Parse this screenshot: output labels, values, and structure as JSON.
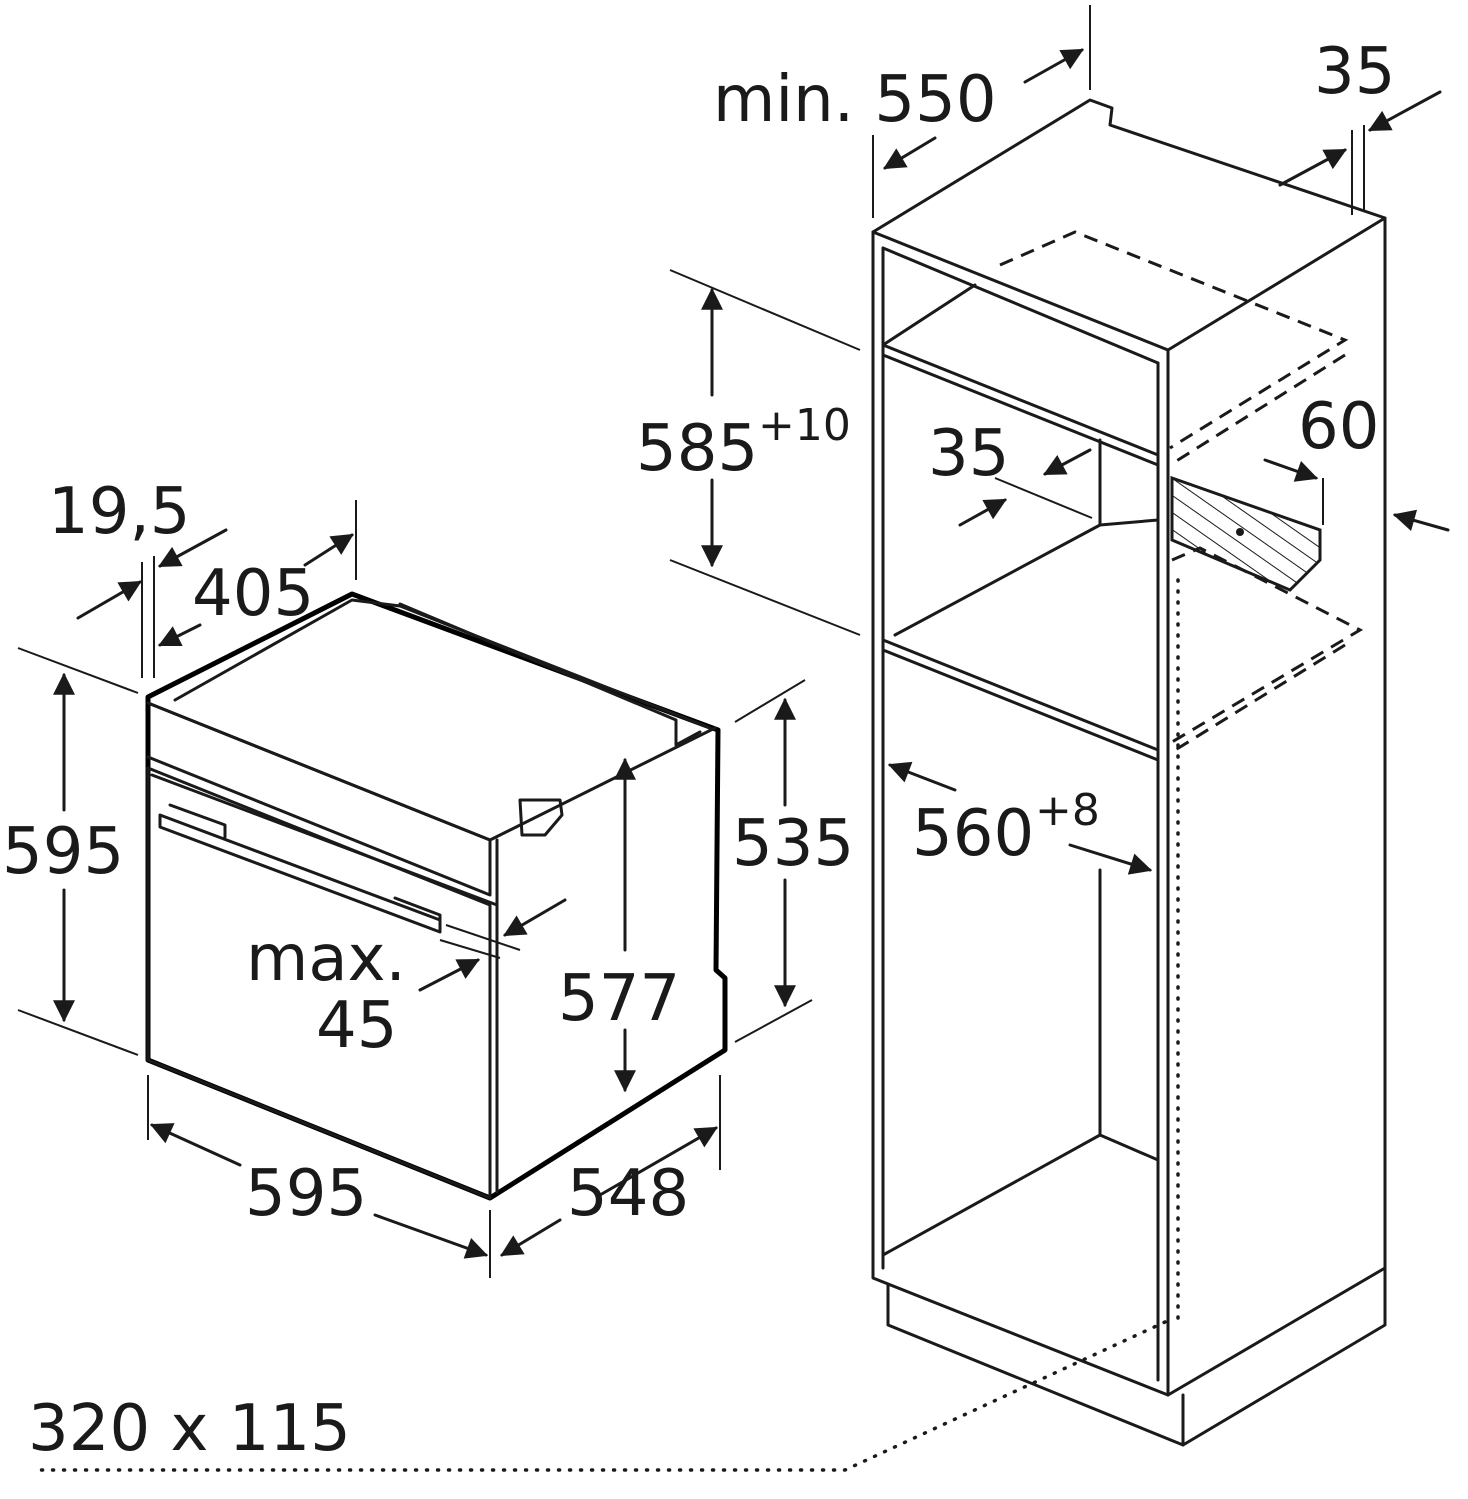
{
  "oven": {
    "dims": {
      "height": "595",
      "width": "595",
      "depth": "548",
      "body_height": "535",
      "door_height": "577",
      "control_panel_depth": "19,5",
      "top_depth": "405",
      "handle_clearance": {
        "line1": "max.",
        "line2": "45"
      }
    }
  },
  "cabinet": {
    "dims": {
      "min_depth": "min. 550",
      "rear_gap": "35",
      "niche_height": {
        "value": "585",
        "tolerance": "+10"
      },
      "niche_width": {
        "value": "560",
        "tolerance": "+8"
      },
      "inner_offset": "35",
      "vent_depth": "60"
    }
  },
  "vent_opening": "320 x 115",
  "colors": {
    "line": "#1a1a1a",
    "background": "#ffffff"
  }
}
